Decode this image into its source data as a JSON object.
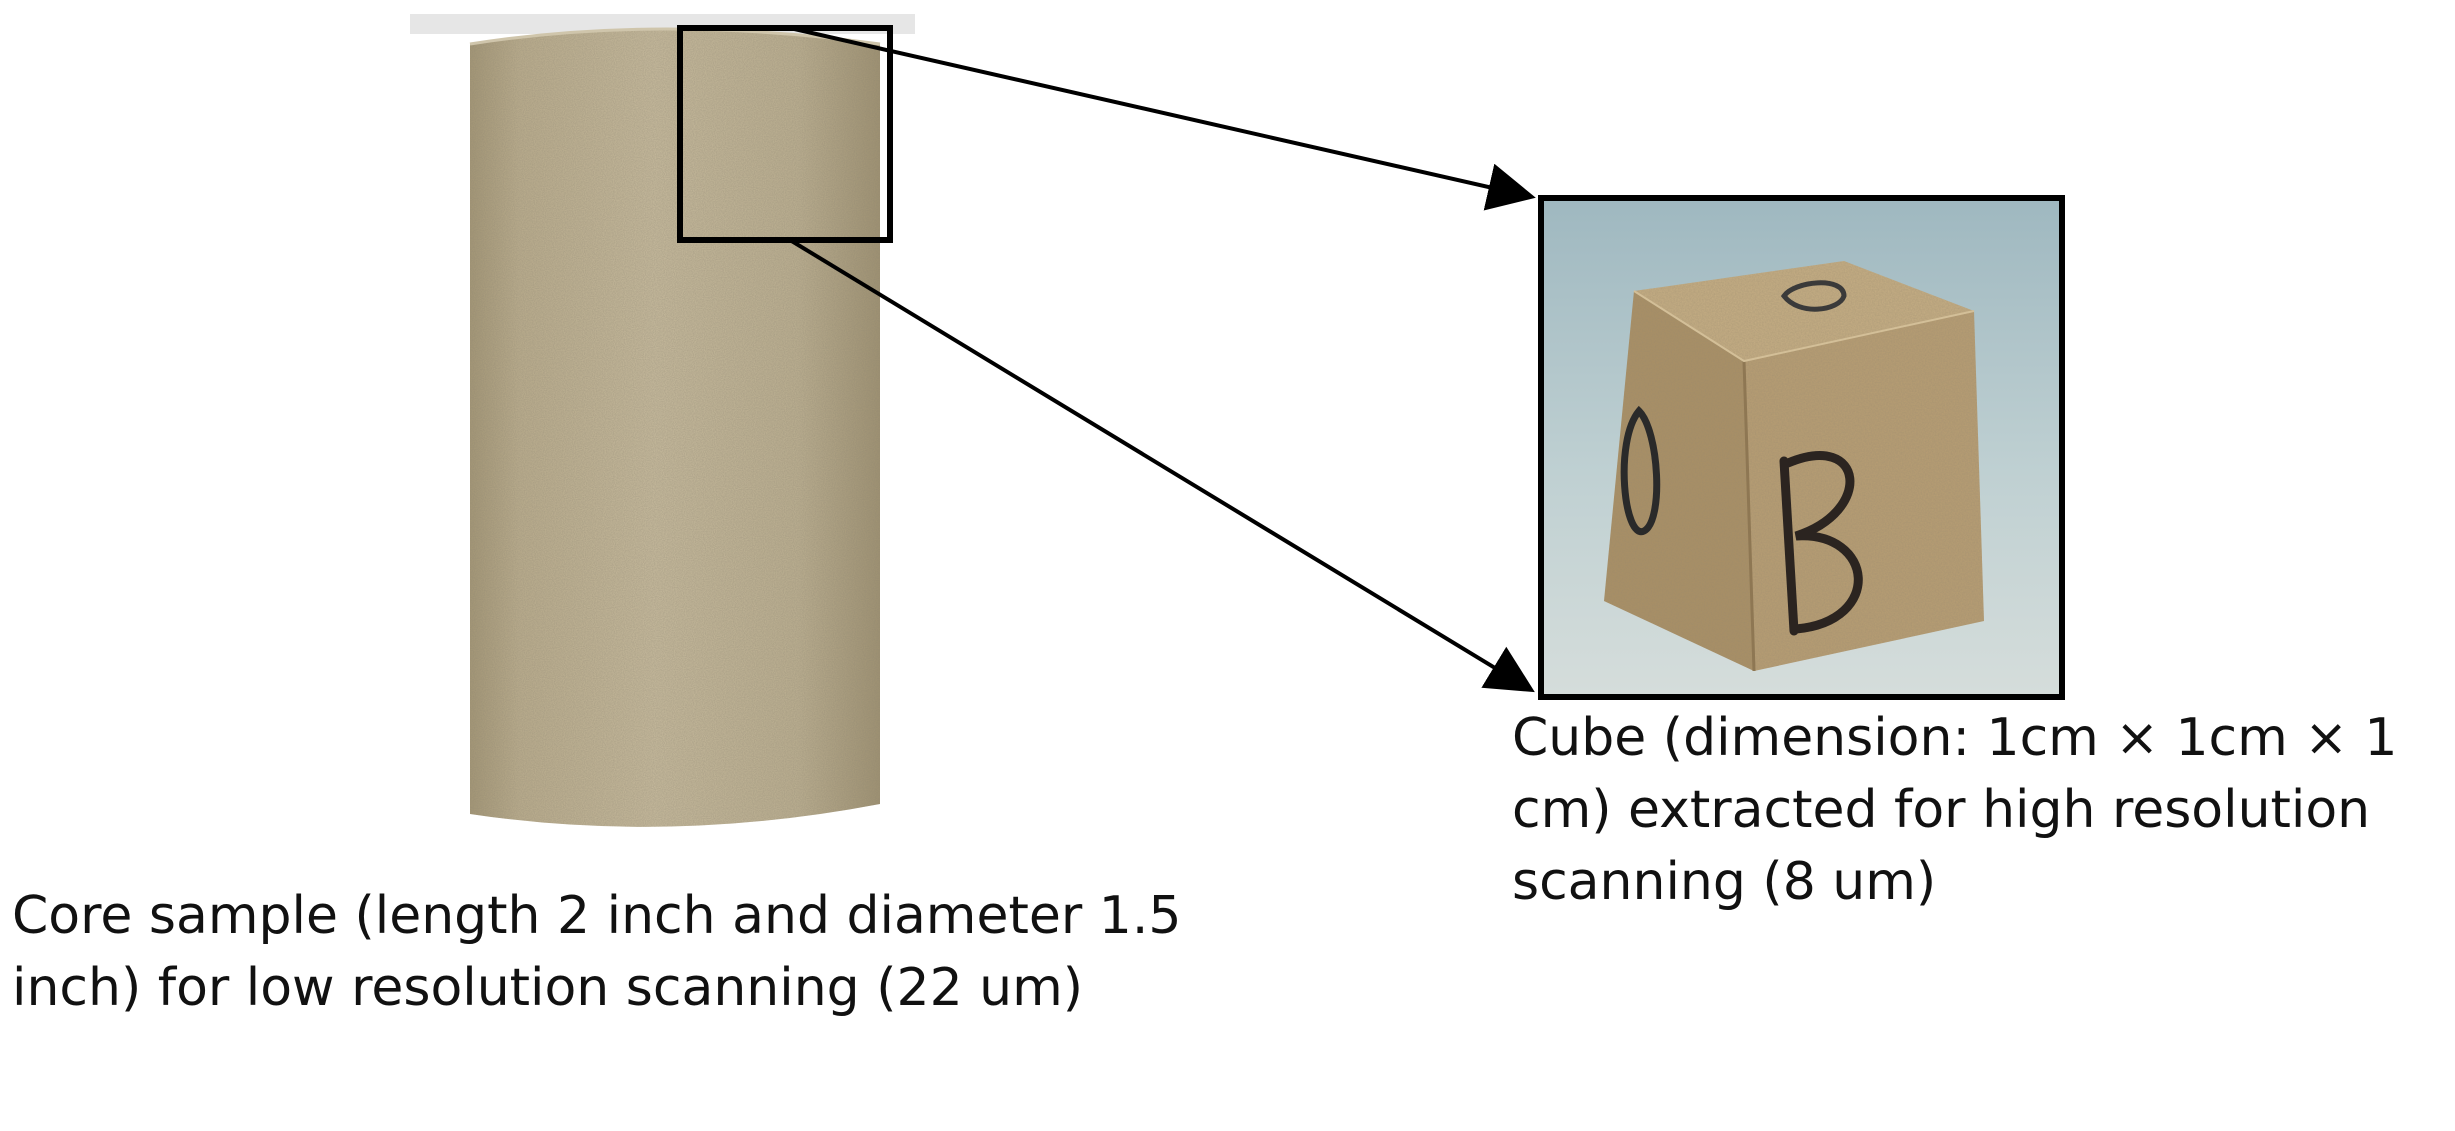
{
  "core_caption": "Core sample (length 2 inch and diameter 1.5 inch) for low resolution scanning (22 um)",
  "cube_caption": "Cube (dimension: 1cm × 1cm × 1 cm) extracted for high resolution scanning (8 um)",
  "cube_marking": "B",
  "colors": {
    "sandstone": "#bdb194",
    "sandstone_shadow": "#a89c7e",
    "cube_background": "#b6c8cc",
    "cube_stone": "#b49b72",
    "frame": "#000000"
  }
}
